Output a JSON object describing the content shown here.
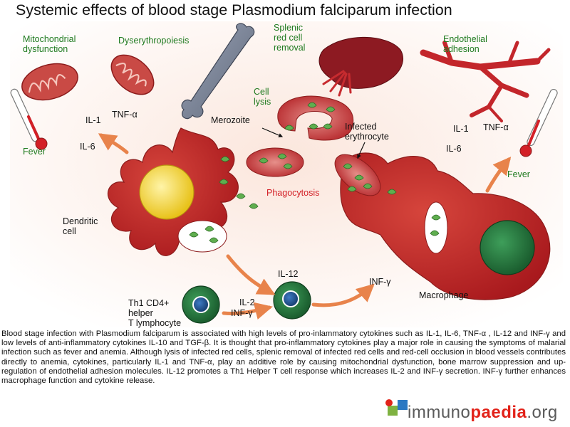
{
  "title": "Systemic effects of blood stage Plasmodium falciparum infection",
  "labels": {
    "mitochondrial_dysfunction": "Mitochondrial\ndysfunction",
    "dyserythropoiesis": "Dyserythropoiesis",
    "splenic_removal": "Splenic\nred cell\nremoval",
    "endothelial_adhesion": "Endothelial\nadhesion",
    "cell_lysis": "Cell\nlysis",
    "merozoite": "Merozoite",
    "infected_erythrocyte": "Infected\nerythrocyte",
    "phagocytosis": "Phagocytosis",
    "dendritic_cell": "Dendritic\ncell",
    "macrophage": "Macrophage",
    "th1_cell": "Th1 CD4+\nhelper\nT lymphocyte",
    "fever_left": "Fever",
    "fever_right": "Fever",
    "il1_left": "IL-1",
    "tnf_left": "TNF-α",
    "il6_left": "IL-6",
    "il1_right": "IL-1",
    "tnf_right": "TNF-α",
    "il6_right": "IL-6",
    "il12": "IL-12",
    "il2": "IL-2",
    "inf_gamma_th1": "INF-γ",
    "inf_gamma_macrophage": "INF-γ"
  },
  "caption": "Blood stage infection with Plasmodium falciparum is associated with high levels of pro-inlammatory cytokines such as IL-1, IL-6, TNF-α , IL-12 and INF-γ and low levels of anti-inflammatory cytokines IL-10 and TGF-β. It is thought that pro-inflammatory cytokines play a major role in causing the symptoms of malarial infection such as fever and anemia. Although lysis of infected red cells, splenic removal of infected red cells and red-cell occlusion in blood vessels contributes directly to anemia, cytokines, particularly IL-1 and TNF-α, play an additive role by causing mitochondrial dysfunction, bone marrow suppression and up-regulation of endothelial adhesion molecules. IL-12 promotes a Th1 Helper T cell response which increases IL-2 and INF-γ secretion. INF-γ further enhances macrophage function and cytokine release.",
  "logo": {
    "part1": "immuno",
    "part2": "paedia",
    "part3": ".org"
  },
  "colors": {
    "green_text": "#1f7a1f",
    "red_text": "#d32027",
    "cell_red": "#c0392b",
    "nucleus_yellow": "#f2d230",
    "parasite_green": "#5fae4f"
  }
}
